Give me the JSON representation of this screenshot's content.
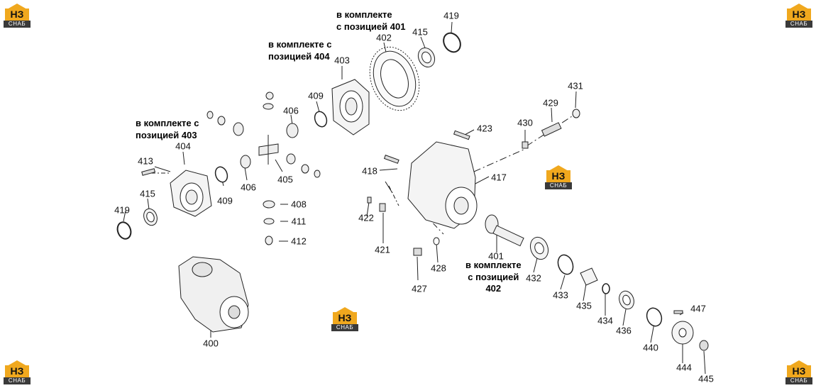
{
  "brand": {
    "logo_top": "НЗ",
    "logo_bottom": "СНАБ",
    "accent": "#f0a81e",
    "dark": "#3a3a3a"
  },
  "notes": {
    "n401": [
      "в комплекте",
      "с позицией 401"
    ],
    "n404": [
      "в комплекте с",
      "позицией 404"
    ],
    "n403": [
      "в комплекте с",
      "позицией 403"
    ],
    "n402": [
      "в комплекте",
      "с позицией",
      "402"
    ]
  },
  "labels": {
    "p419a": "419",
    "p415a": "415",
    "p402": "402",
    "p403": "403",
    "p409a": "409",
    "p406a": "406",
    "p404": "404",
    "p413": "413",
    "p415b": "415",
    "p419b": "419",
    "p409b": "409",
    "p406b": "406",
    "p405": "405",
    "p408": "408",
    "p411": "411",
    "p412": "412",
    "p423": "423",
    "p430": "430",
    "p429": "429",
    "p431": "431",
    "p418": "418",
    "p417": "417",
    "p422": "422",
    "p421": "421",
    "p401": "401",
    "p427": "427",
    "p428": "428",
    "p432": "432",
    "p433": "433",
    "p435": "435",
    "p434": "434",
    "p436": "436",
    "p440": "440",
    "p447": "447",
    "p444": "444",
    "p445": "445",
    "p400": "400"
  }
}
